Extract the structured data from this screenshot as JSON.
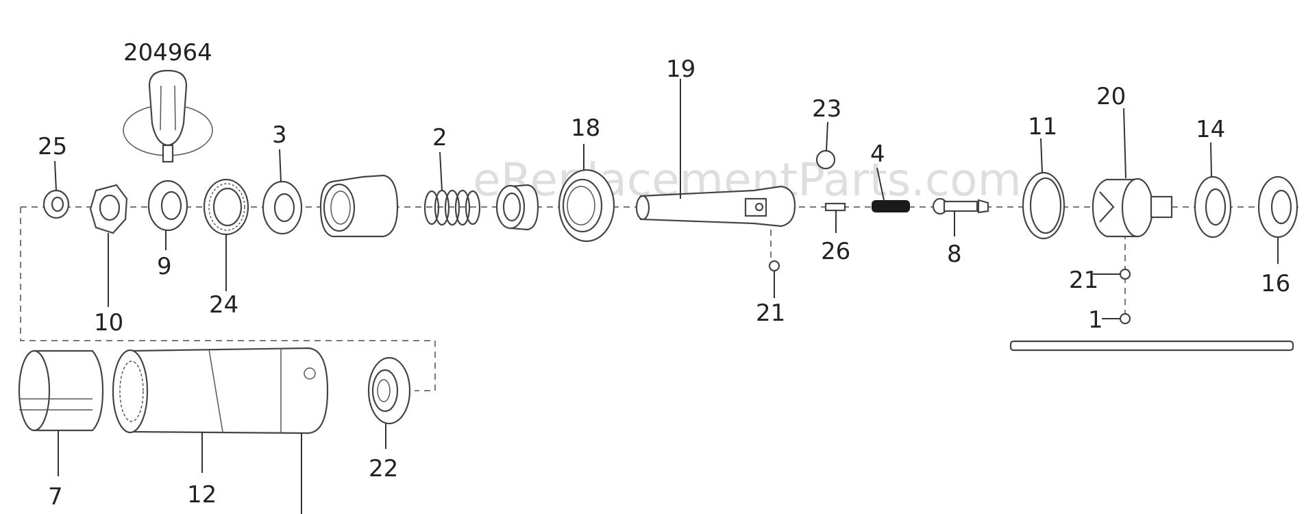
{
  "watermark": "eReplacementParts.com",
  "labels": {
    "p204964": "204964",
    "p25": "25",
    "p3": "3",
    "p2": "2",
    "p18": "18",
    "p19": "19",
    "p23": "23",
    "p4": "4",
    "p11": "11",
    "p20": "20",
    "p14": "14",
    "p9": "9",
    "p24": "24",
    "p10": "10",
    "p26": "26",
    "p8": "8",
    "p21a": "21",
    "p21b": "21",
    "p1": "1",
    "p16": "16",
    "p7": "7",
    "p12": "12",
    "p22": "22"
  }
}
